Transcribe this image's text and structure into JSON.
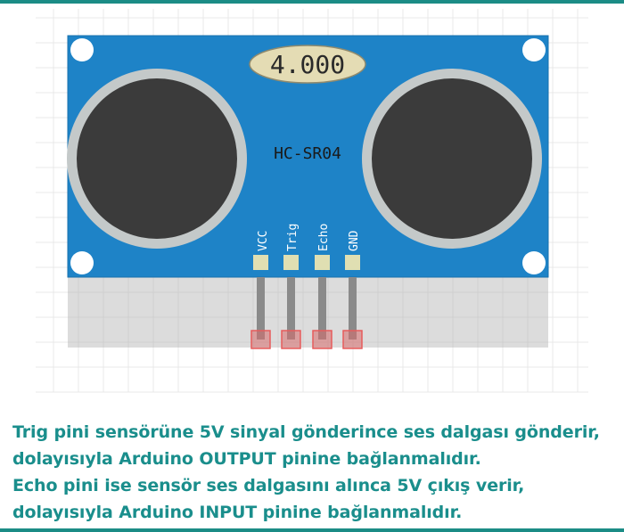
{
  "sensor": {
    "display_value": "4.000",
    "model_label": "HC-SR04",
    "pins": [
      "VCC",
      "Trig",
      "Echo",
      "GND"
    ]
  },
  "caption": {
    "line1": "Trig pini sensörüne 5V sinyal gönderince ses dalgası gönderir,",
    "line2": "dolayısıyla Arduino OUTPUT pinine bağlanmalıdır.",
    "line3": "Echo pini ise sensör ses dalgasını alınca 5V çıkış verir,",
    "line4": "dolayısıyla Arduino INPUT pinine bağlanmalıdır."
  },
  "colors": {
    "board": "#1e83c7",
    "transducer": "#3b3b3b",
    "ring": "#c4c9c9",
    "display": "#e4dcb4",
    "caption": "#1a8e8c",
    "frame": "#1b8c86",
    "pin_pad": "#e0dfb2",
    "connector": "#e65c5c"
  }
}
